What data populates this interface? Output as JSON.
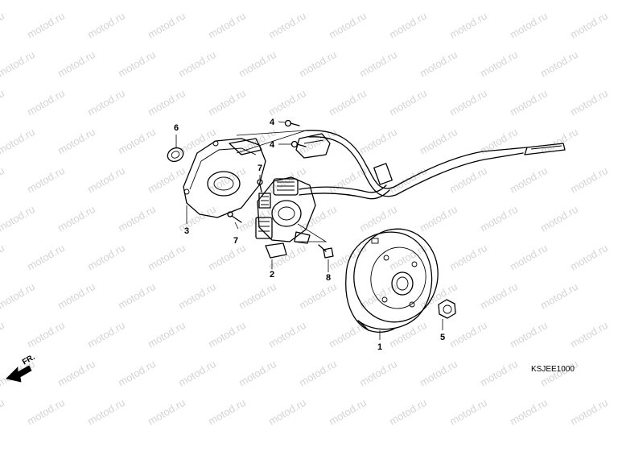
{
  "watermark": {
    "text": "motod.ru"
  },
  "diagram": {
    "code": "KSJEE1000",
    "front_label": "FR.",
    "callouts": [
      {
        "id": "c1",
        "label": "1"
      },
      {
        "id": "c2",
        "label": "2"
      },
      {
        "id": "c3",
        "label": "3"
      },
      {
        "id": "c4a",
        "label": "4"
      },
      {
        "id": "c4b",
        "label": "4"
      },
      {
        "id": "c5",
        "label": "5"
      },
      {
        "id": "c6",
        "label": "6"
      },
      {
        "id": "c7a",
        "label": "7"
      },
      {
        "id": "c7b",
        "label": "7"
      },
      {
        "id": "c8",
        "label": "8"
      }
    ]
  }
}
